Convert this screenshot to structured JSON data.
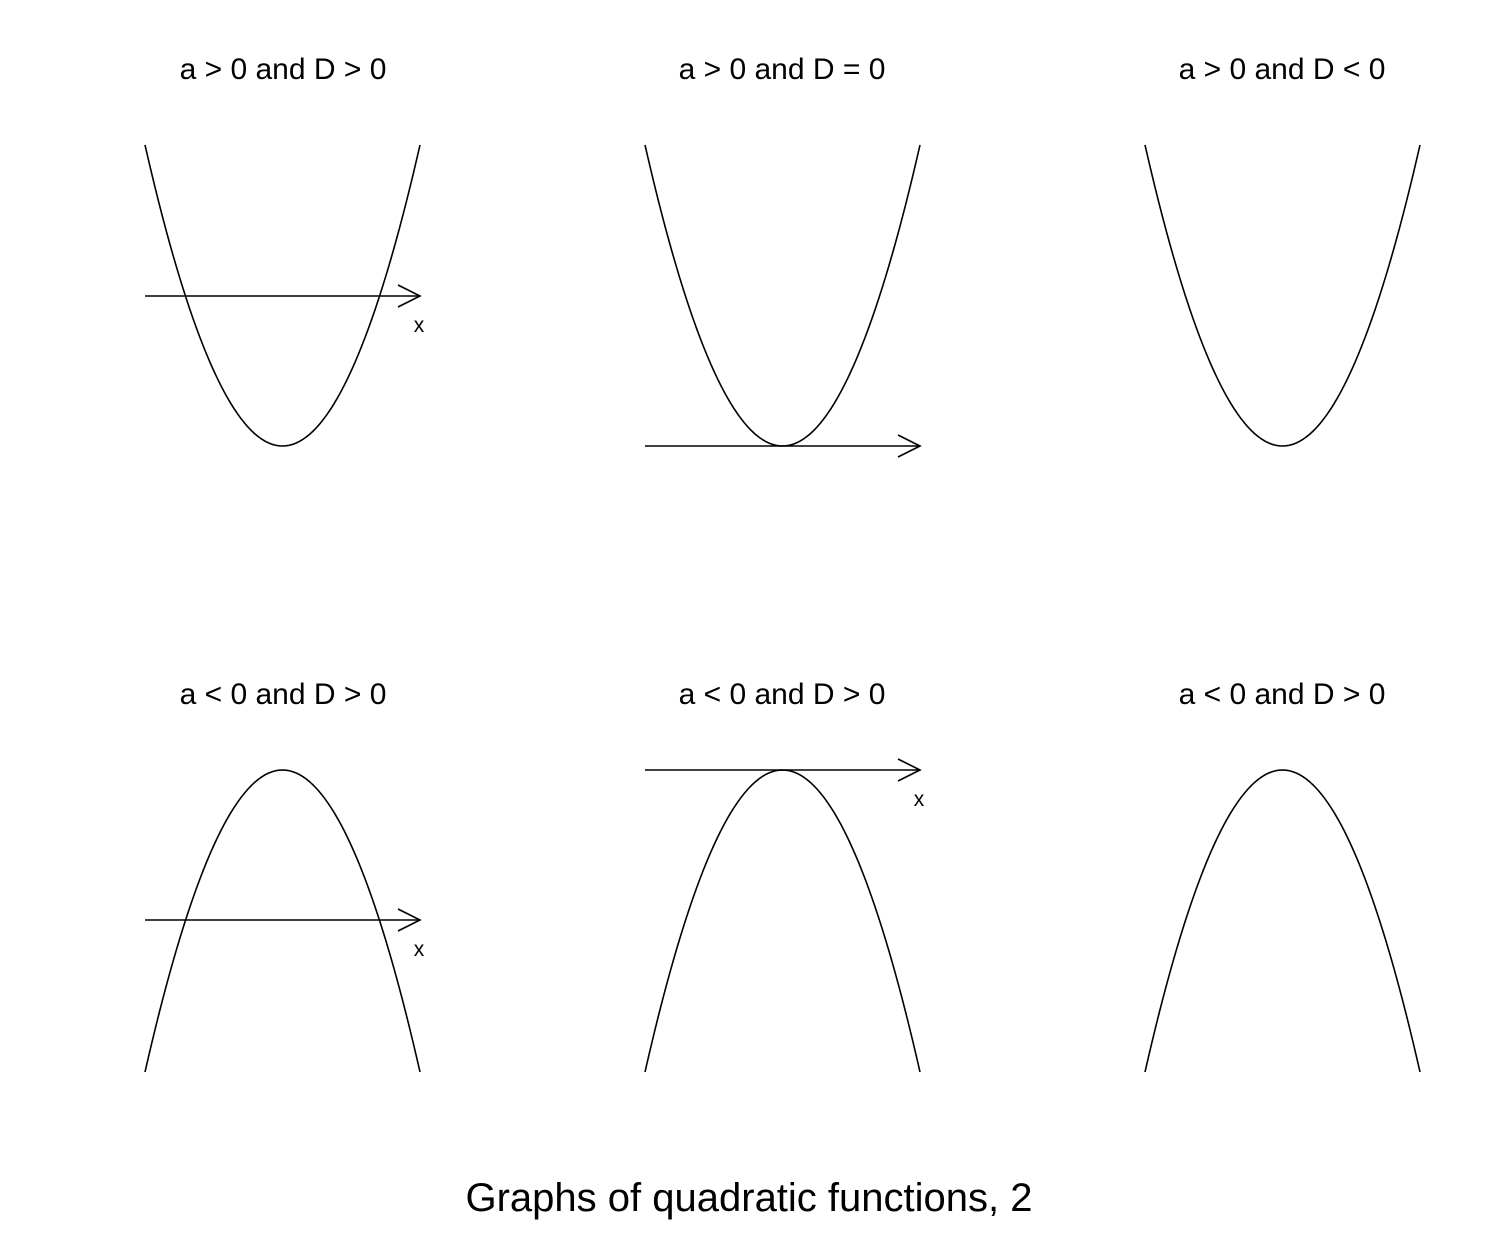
{
  "figure": {
    "caption": "Graphs of quadratic functions, 2",
    "line_color": "#000000",
    "background_color": "#ffffff",
    "panels": [
      {
        "title": "a > 0 and D > 0",
        "opens": "up",
        "axis_level": "crosses",
        "axis_label": "x"
      },
      {
        "title": "a > 0 and D = 0",
        "opens": "up",
        "axis_level": "tangent",
        "axis_label": ""
      },
      {
        "title": "a > 0 and D < 0",
        "opens": "up",
        "axis_level": "none",
        "axis_label": ""
      },
      {
        "title": "a < 0 and D > 0",
        "opens": "down",
        "axis_level": "crosses",
        "axis_label": "x"
      },
      {
        "title": "a < 0 and D > 0",
        "opens": "down",
        "axis_level": "tangent",
        "axis_label": "x"
      },
      {
        "title": "a < 0 and D > 0",
        "opens": "down",
        "axis_level": "none",
        "axis_label": ""
      }
    ]
  }
}
